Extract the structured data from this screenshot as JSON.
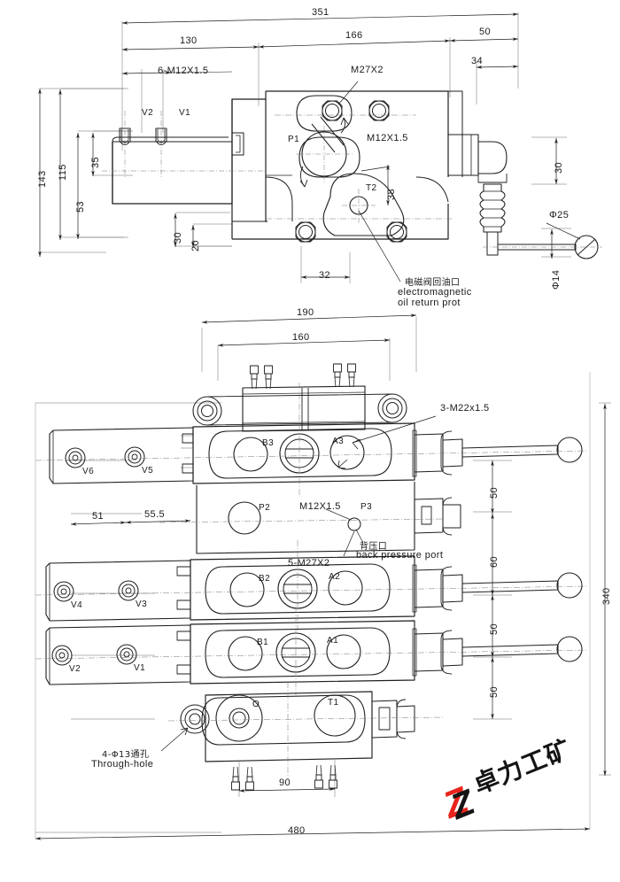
{
  "document": {
    "type": "engineering-drawing",
    "subject": "Hydraulic multi-way directional control valve",
    "units": "mm"
  },
  "top_view": {
    "name": "side-elevation-view",
    "horizontal_dimensions": [
      {
        "label": "351",
        "span": "overall-length"
      },
      {
        "label": "130",
        "span": "left-section"
      },
      {
        "label": "166",
        "span": "middle-section"
      },
      {
        "label": "50",
        "span": "right-section"
      },
      {
        "label": "34",
        "span": "right-detail"
      },
      {
        "label": "32",
        "span": "bottom-detail"
      }
    ],
    "vertical_dimensions": [
      {
        "label": "143",
        "span": "overall-height"
      },
      {
        "label": "115",
        "span": "body-height"
      },
      {
        "label": "53",
        "span": "lower-body"
      },
      {
        "label": "35",
        "span": "upper-port"
      },
      {
        "label": "30",
        "span": "base-offset"
      },
      {
        "label": "20",
        "span": "base-height"
      },
      {
        "label": "38",
        "span": "t2-offset"
      },
      {
        "label": "30",
        "span": "handle-height"
      }
    ],
    "thread_callouts": [
      {
        "label": "6-M12X1.5",
        "name": "six-m12-threads"
      },
      {
        "label": "M27X2",
        "name": "m27-thread"
      },
      {
        "label": "M12X1.5",
        "name": "m12-thread"
      }
    ],
    "port_labels": [
      {
        "label": "V2"
      },
      {
        "label": "V1"
      },
      {
        "label": "P1"
      },
      {
        "label": "T2"
      }
    ],
    "diameter_callouts": [
      {
        "label": "Φ25",
        "name": "knob-diameter"
      },
      {
        "label": "Φ14",
        "name": "rod-diameter"
      }
    ],
    "annotation": {
      "name": "electromagnetic-oil-return-port",
      "cn": "电磁阀回油口",
      "en_line1": "electromagnetic",
      "en_line2": "oil return prot"
    }
  },
  "bottom_view": {
    "name": "plan-view",
    "horizontal_dimensions": [
      {
        "label": "190",
        "span": "upper-width"
      },
      {
        "label": "160",
        "span": "bolt-spacing"
      },
      {
        "label": "51",
        "span": "v-port-left"
      },
      {
        "label": "55.5",
        "span": "v-port-pitch"
      },
      {
        "label": "90",
        "span": "bottom-bolt-spacing"
      },
      {
        "label": "480",
        "span": "overall-length"
      }
    ],
    "vertical_dimensions": [
      {
        "label": "50",
        "span": "section-1"
      },
      {
        "label": "60",
        "span": "section-2"
      },
      {
        "label": "50",
        "span": "section-3"
      },
      {
        "label": "50",
        "span": "section-4"
      },
      {
        "label": "340",
        "span": "overall-width"
      }
    ],
    "thread_callouts": [
      {
        "label": "3-M22x1.5",
        "name": "three-m22-threads"
      },
      {
        "label": "5-M27X2",
        "name": "five-m27-threads"
      },
      {
        "label": "M12X1.5",
        "name": "m12-thread"
      }
    ],
    "port_labels": [
      {
        "label": "V6"
      },
      {
        "label": "V5"
      },
      {
        "label": "V4"
      },
      {
        "label": "V3"
      },
      {
        "label": "V2"
      },
      {
        "label": "V1"
      },
      {
        "label": "B3"
      },
      {
        "label": "A3"
      },
      {
        "label": "B2"
      },
      {
        "label": "A2"
      },
      {
        "label": "B1"
      },
      {
        "label": "A1"
      },
      {
        "label": "P2"
      },
      {
        "label": "P3"
      },
      {
        "label": "O"
      },
      {
        "label": "T1"
      }
    ],
    "annotations": [
      {
        "name": "back-pressure-port",
        "cn": "背压口",
        "en": "back pressure port"
      },
      {
        "name": "through-hole",
        "cn": "4-Φ13通孔",
        "en": "Through-hole"
      }
    ]
  },
  "logo": {
    "name": "company-logo",
    "text": "卓力工矿",
    "mark": "Z",
    "accent_color": "#e8241c",
    "dark_color": "#141414"
  },
  "colors": {
    "line": "#1f1f1f",
    "thin_line": "#555555",
    "center_line": "#777777",
    "background": "#ffffff"
  }
}
